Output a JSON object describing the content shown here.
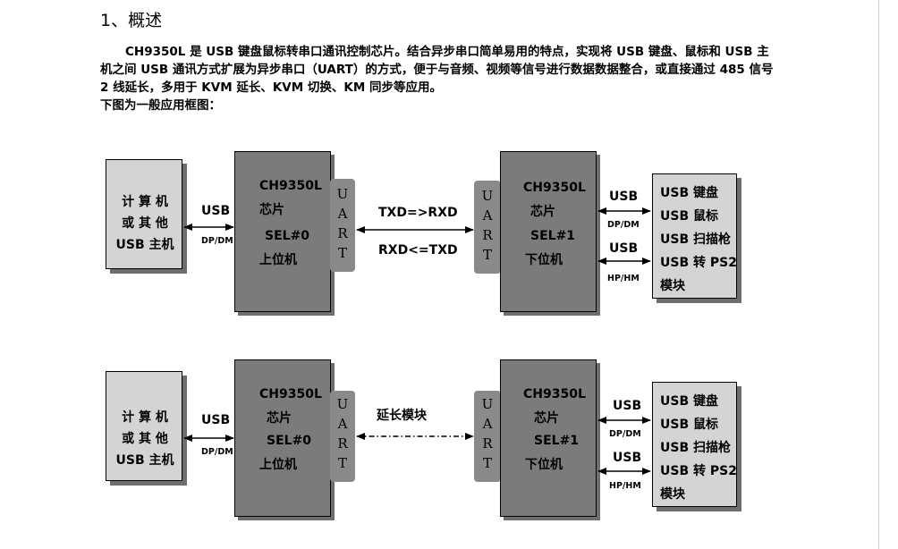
{
  "heading": "1、概述",
  "intro": {
    "paragraph1": "CH9350L 是 USB 键盘鼠标转串口通讯控制芯片。结合异步串口简单易用的特点，实现将 USB 键盘、鼠标和 USB 主机之间 USB 通讯方式扩展为异步串口（UART）的方式，便于与音频、视频等信号进行数据数据整合，或直接通过 485 信号 2 线延长，多用于 KVM 延长、KVM 切换、KM 同步等应用。",
    "paragraph2": "下图为一般应用框图："
  },
  "diagram1": {
    "host": [
      "计 算 机",
      "或 其 他",
      "USB 主机"
    ],
    "usb_left": "USB",
    "dpdm_left": "DP/DM",
    "chip_left": [
      "CH9350L",
      "芯片",
      "SEL#0",
      "上位机"
    ],
    "uart_left": [
      "U",
      "A",
      "R",
      "T"
    ],
    "link_top": "TXD=>RXD",
    "link_bottom": "RXD<=TXD",
    "uart_right": [
      "U",
      "A",
      "R",
      "T"
    ],
    "chip_right": [
      "CH9350L",
      "芯片",
      "SEL#1",
      "下位机"
    ],
    "usb_right_1": "USB",
    "dpdm_right": "DP/DM",
    "usb_right_2": "USB",
    "hphm_right": "HP/HM",
    "devices": [
      "USB 键盘",
      "USB 鼠标",
      "USB 扫描枪",
      "USB 转 PS2",
      "模块"
    ]
  },
  "diagram2": {
    "host": [
      "计 算 机",
      "或 其 他",
      "USB 主机"
    ],
    "usb_left": "USB",
    "dpdm_left": "DP/DM",
    "chip_left": [
      "CH9350L",
      "芯片",
      "SEL#0",
      "上位机"
    ],
    "uart_left": [
      "U",
      "A",
      "R",
      "T"
    ],
    "link": "延长模块",
    "uart_right": [
      "U",
      "A",
      "R",
      "T"
    ],
    "chip_right": [
      "CH9350L",
      "芯片",
      "SEL#1",
      "下位机"
    ],
    "usb_right_1": "USB",
    "dpdm_right": "DP/DM",
    "usb_right_2": "USB",
    "hphm_right": "HP/HM",
    "devices": [
      "USB 键盘",
      "USB 鼠标",
      "USB 扫描枪",
      "USB 转 PS2",
      "模块"
    ]
  }
}
